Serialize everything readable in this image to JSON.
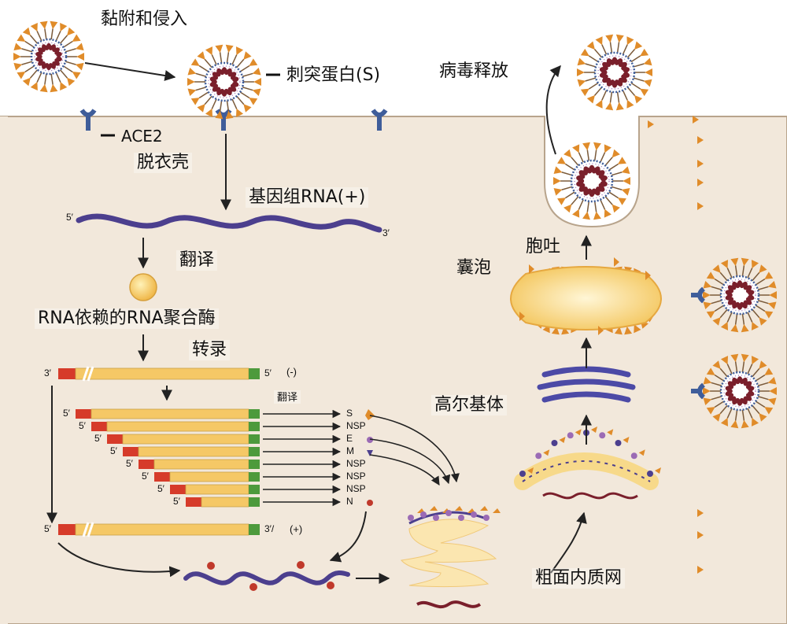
{
  "labels": {
    "attach": "黏附和侵入",
    "spike": "刺突蛋白(S)",
    "ace2": "ACE2",
    "uncoat": "脱衣壳",
    "genome": "基因组RNA(+)",
    "translate1": "翻译",
    "rdrp": "RNA依赖的RNA聚合酶",
    "transcribe": "转录",
    "translate2": "翻译",
    "release": "病毒释放",
    "exocytosis": "胞吐",
    "vesicle": "囊泡",
    "golgi": "高尔基体",
    "rer": "粗面内质网"
  },
  "rna": {
    "five_prime": "5′",
    "three_prime": "3′",
    "three_prime_alt": "3′/",
    "minus": "(-)",
    "plus": "(+)"
  },
  "products": [
    "S",
    "NSP",
    "E",
    "M",
    "NSP",
    "NSP",
    "NSP",
    "N"
  ],
  "colors": {
    "cell": "#f2e8db",
    "cell_border": "#b8a48c",
    "spike": "#e08c2a",
    "envelope": "#ffffff",
    "rna_core": "#7a1f2b",
    "rna_strand": "#4c3f8e",
    "segment_body": "#f5c866",
    "segment_red": "#d63b2a",
    "segment_green": "#4d9a3c",
    "receptor": "#3f5d9a",
    "protein_E": "#9b6bb5",
    "protein_N": "#c0392b"
  }
}
